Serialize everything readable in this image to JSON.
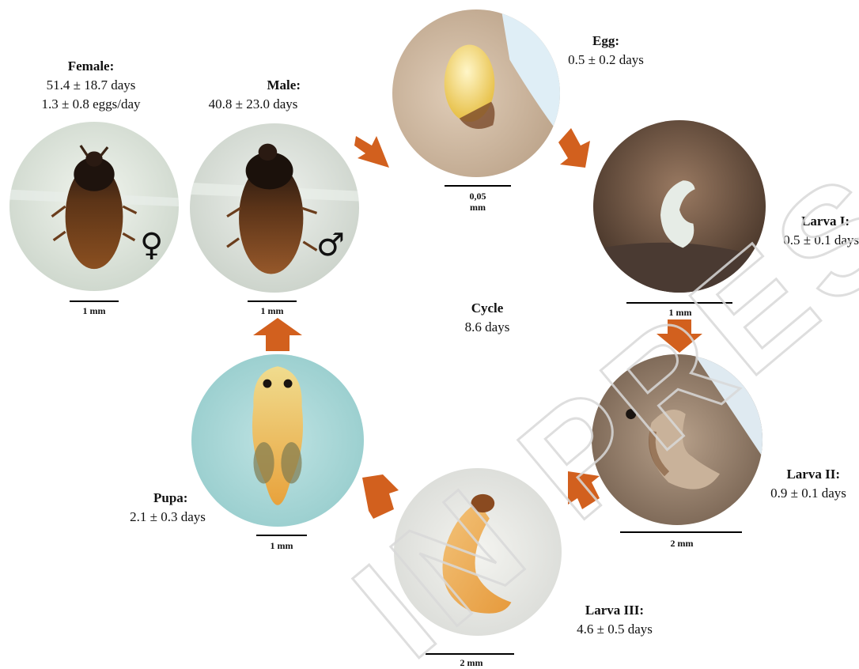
{
  "stages": {
    "female": {
      "title": "Female:",
      "line1": "51.4 ± 18.7 days",
      "line2": "1.3 ± 0.8 eggs/day",
      "scale": "1 mm",
      "symbol": "♀"
    },
    "male": {
      "title": "Male:",
      "line1": "40.8 ± 23.0 days",
      "scale": "1 mm",
      "symbol": "♂"
    },
    "egg": {
      "title": "Egg:",
      "line1": "0.5 ± 0.2 days",
      "scale_line1": "0,05",
      "scale_line2": "mm"
    },
    "larva1": {
      "title": "Larva I:",
      "line1": "0.5 ± 0.1 days",
      "scale": "1 mm"
    },
    "larva2": {
      "title": "Larva II:",
      "line1": "0.9 ± 0.1 days",
      "scale": "2 mm"
    },
    "larva3": {
      "title": "Larva III:",
      "line1": "4.6 ± 0.5 days",
      "scale": "2 mm"
    },
    "pupa": {
      "title": "Pupa:",
      "line1": "2.1 ± 0.3 days",
      "scale": "1 mm"
    }
  },
  "cycle": {
    "title": "Cycle",
    "value": "8.6 days"
  },
  "colors": {
    "arrow": "#d2601e",
    "text": "#111111",
    "watermark": "#d9d9d9"
  },
  "watermark_text": "IN PRESS"
}
